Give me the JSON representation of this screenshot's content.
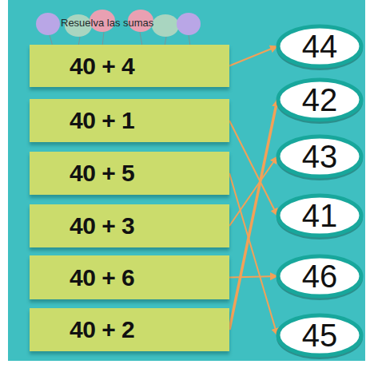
{
  "diagram": {
    "title": "Resuelva las sumas",
    "nodes": [
      {
        "text": [
          "40 + 4"
        ]
      },
      {
        "text": [
          "44"
        ]
      },
      {
        "text": [
          "40 + 1"
        ]
      },
      {
        "text": [
          "42"
        ]
      },
      {
        "text": [
          "40 + 5"
        ]
      },
      {
        "text": [
          "43"
        ]
      },
      {
        "text": [
          "40 + 3"
        ]
      },
      {
        "text": [
          "41"
        ]
      },
      {
        "text": [
          "40 + 6"
        ]
      },
      {
        "text": [
          "46"
        ]
      },
      {
        "text": [
          "40 + 2"
        ]
      },
      {
        "text": [
          "45"
        ]
      }
    ],
    "edges": [
      {
        "from": 0,
        "to": 1,
        "arrow": "to"
      },
      {
        "from": 2,
        "to": 7,
        "arrow": "to"
      },
      {
        "from": 4,
        "to": 11,
        "arrow": "to"
      },
      {
        "from": 6,
        "to": 5,
        "arrow": "to"
      },
      {
        "from": 8,
        "to": 9,
        "arrow": "to"
      },
      {
        "from": 10,
        "to": 3,
        "arrow": "to"
      }
    ]
  }
}
